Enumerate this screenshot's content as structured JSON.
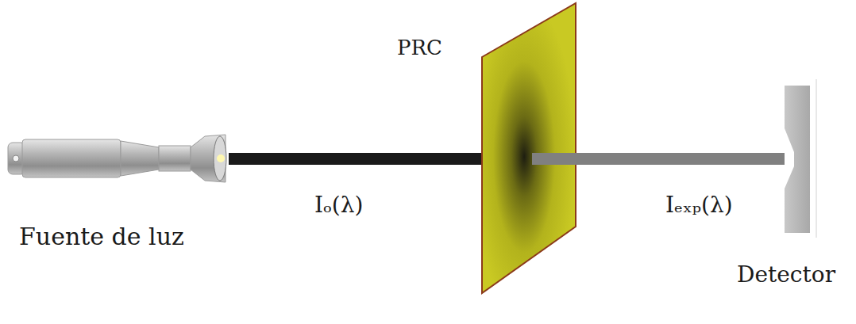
{
  "diagram": {
    "labels": [
      "PRC",
      "Iₒ(λ)",
      "Iₑₓₚ(λ)",
      "Fuente de luz",
      "Detector"
    ]
  }
}
